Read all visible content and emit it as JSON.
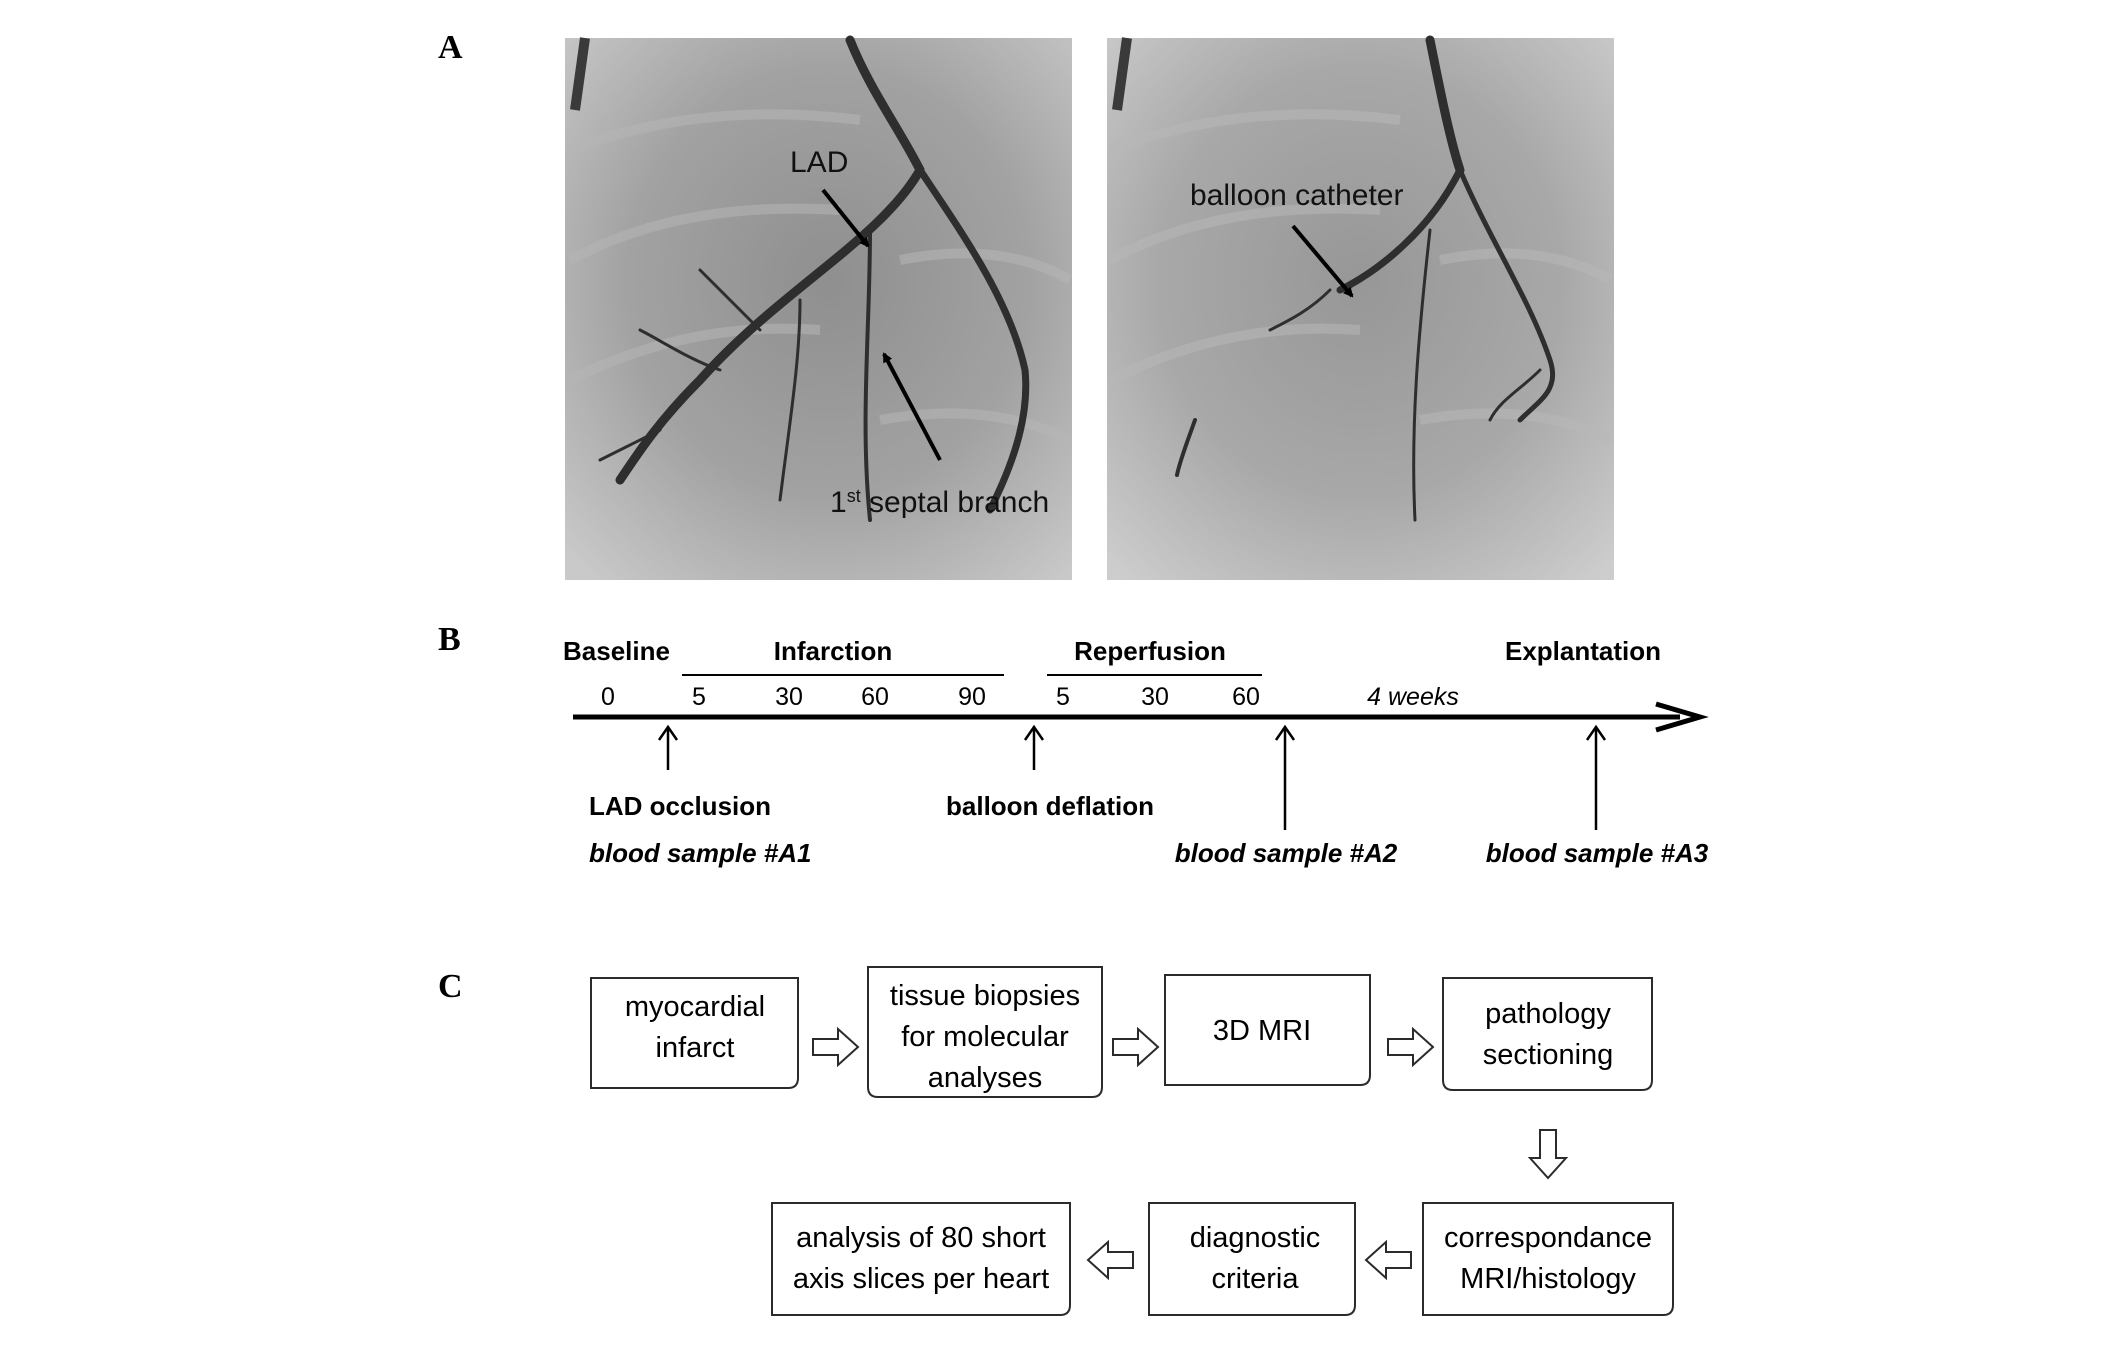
{
  "panel_labels": {
    "a": "A",
    "b": "B",
    "c": "C"
  },
  "panel_a": {
    "left_image": {
      "label_lad": "LAD",
      "label_septal_prefix": "1",
      "label_septal_sup": "st",
      "label_septal_suffix": " septal branch"
    },
    "right_image": {
      "label_balloon": "balloon catheter"
    }
  },
  "panel_b": {
    "phases": {
      "baseline": "Baseline",
      "infarction": "Infarction",
      "reperfusion": "Reperfusion",
      "explantation": "Explantation"
    },
    "ticks": {
      "baseline_0": "0",
      "infarction": [
        "5",
        "30",
        "60",
        "90"
      ],
      "reperfusion": [
        "5",
        "30",
        "60"
      ],
      "weeks": "4 weeks"
    },
    "events": {
      "lad_occlusion": "LAD occlusion",
      "sample_a1": "blood sample #A1",
      "balloon_deflation": "balloon deflation",
      "sample_a2": "blood sample #A2",
      "sample_a3": "blood sample #A3"
    }
  },
  "panel_c": {
    "boxes": {
      "myocardial_infarct": [
        "myocardial",
        "infarct"
      ],
      "tissue_biopsies": [
        "tissue biopsies",
        "for molecular",
        "analyses"
      ],
      "mri_3d": [
        "3D MRI"
      ],
      "pathology_sectioning": [
        "pathology",
        "sectioning"
      ],
      "correspondance": [
        "correspondance",
        "MRI/histology"
      ],
      "diagnostic_criteria": [
        "diagnostic",
        "criteria"
      ],
      "analysis_slices": [
        "analysis of 80 short",
        "axis slices per heart"
      ]
    }
  }
}
